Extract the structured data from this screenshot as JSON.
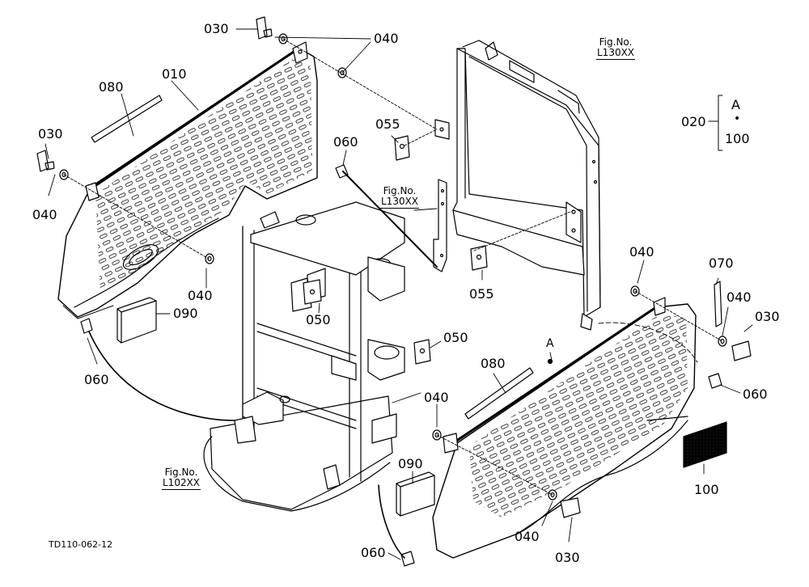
{
  "diagram": {
    "drawing_code": "TD110-062-12",
    "figure_refs": [
      {
        "line1": "Fig.No.",
        "line2": "L130XX"
      },
      {
        "line1": "Fig.No.",
        "line2": "L130XX"
      },
      {
        "line1": "Fig.No.",
        "line2": "L102XX"
      }
    ],
    "kit": {
      "label": "020",
      "items": [
        "A",
        "•",
        "100"
      ]
    },
    "view_marker": "A",
    "part_labels": [
      "030",
      "040",
      "010",
      "080",
      "030",
      "040",
      "055",
      "060",
      "040",
      "050",
      "090",
      "060",
      "050",
      "055",
      "040",
      "070",
      "040",
      "030",
      "060",
      "080",
      "040",
      "090",
      "100",
      "040",
      "030",
      "060"
    ]
  }
}
